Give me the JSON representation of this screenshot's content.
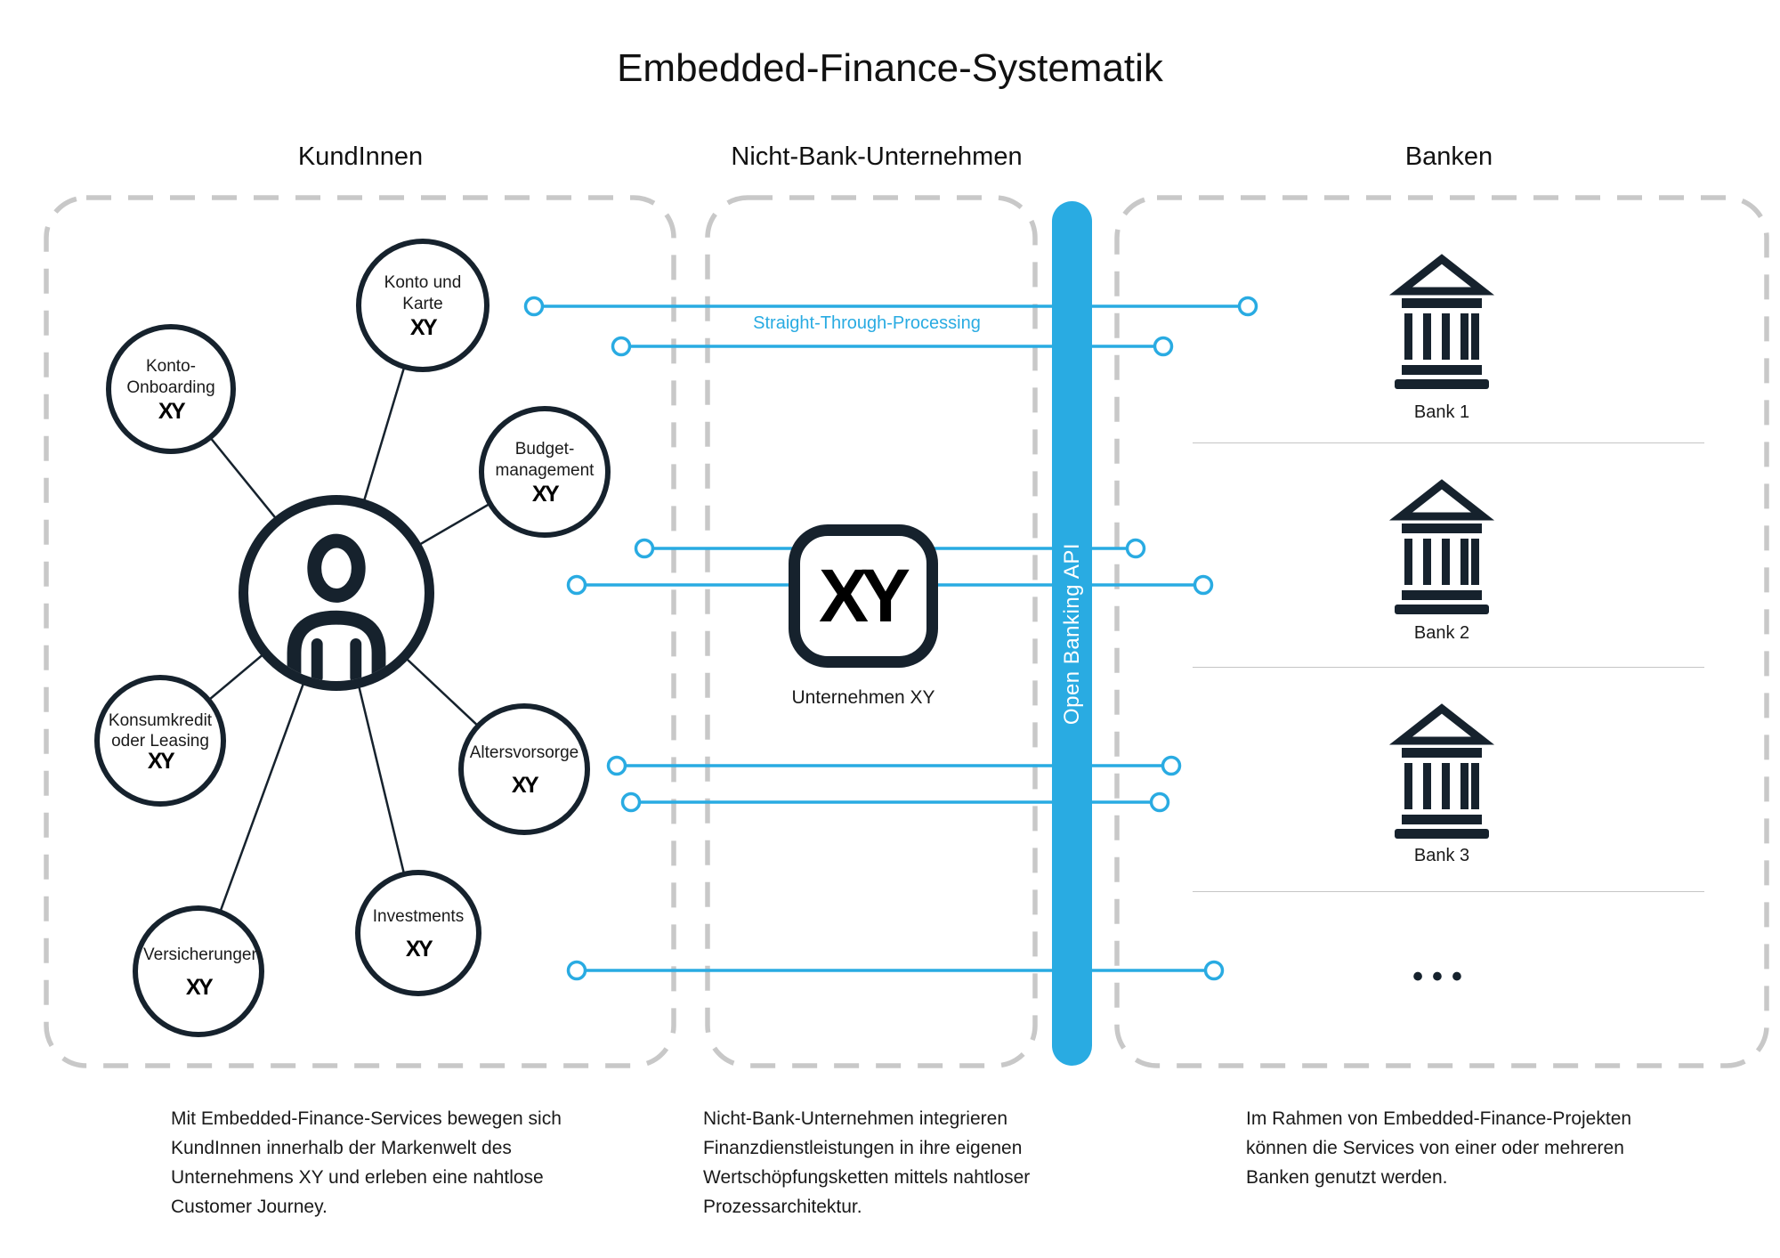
{
  "title": "Embedded-Finance-Systematik",
  "columns": {
    "customers": {
      "header": "KundInnen",
      "services": [
        {
          "label": "Konto und Karte",
          "logo": "XY"
        },
        {
          "label": "Konto-Onboarding",
          "logo": "XY"
        },
        {
          "label": "Budget-management",
          "logo": "XY"
        },
        {
          "label": "Konsumkredit oder Leasing",
          "logo": "XY"
        },
        {
          "label": "Altersvorsorge",
          "logo": "XY"
        },
        {
          "label": "Versicherungen",
          "logo": "XY"
        },
        {
          "label": "Investments",
          "logo": "XY"
        }
      ],
      "footnote": "Mit Embedded-Finance-Services bewegen sich KundInnen innerhalb der Markenwelt des Unternehmens XY und erleben eine nahtlose Customer Journey."
    },
    "company": {
      "header": "Nicht-Bank-Unternehmen",
      "box_logo": "XY",
      "box_caption": "Unternehmen XY",
      "processing_label": "Straight-Through-Processing",
      "api_bar_label": "Open Banking API",
      "footnote": "Nicht-Bank-Unternehmen integrieren Finanzdienstleistungen in ihre eigenen Wertschöpfungsketten mittels nahtloser Prozessarchitektur."
    },
    "banks": {
      "header": "Banken",
      "items": [
        {
          "label": "Bank 1"
        },
        {
          "label": "Bank 2"
        },
        {
          "label": "Bank 3"
        }
      ],
      "more_indicator": "•••",
      "footnote": "Im Rahmen von Embedded-Finance-Projekten können die Services von einer oder mehreren Banken genutzt werden."
    }
  },
  "colors": {
    "accent_blue": "#29abe2",
    "dark_navy": "#16222d",
    "dash_gray": "#c8c8c8",
    "text": "#1a1a1a"
  }
}
